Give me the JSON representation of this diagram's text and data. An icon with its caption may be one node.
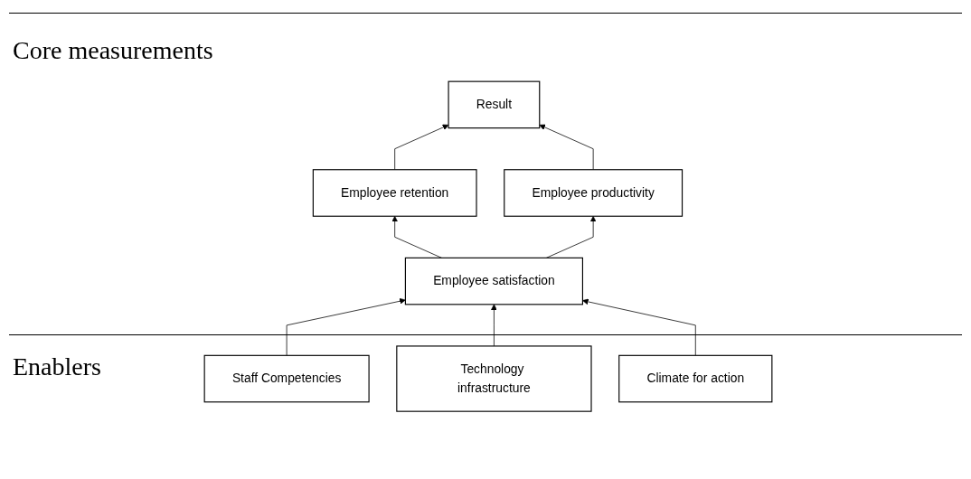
{
  "diagram": {
    "nodes": [
      {
        "text": [
          "Result"
        ]
      },
      {
        "text": [
          "Employee retention"
        ]
      },
      {
        "text": [
          "Employee productivity"
        ]
      },
      {
        "text": [
          "Employee satisfaction"
        ]
      },
      {
        "text": [
          "Staff Competencies"
        ]
      },
      {
        "text": [
          "Technology infrastructure"
        ]
      },
      {
        "text": [
          "Climate for action"
        ]
      }
    ],
    "edges": [
      {
        "from": 1,
        "to": 0,
        "arrow": "to"
      },
      {
        "from": 2,
        "to": 0,
        "arrow": "to"
      },
      {
        "from": 3,
        "to": 1,
        "arrow": "to"
      },
      {
        "from": 3,
        "to": 2,
        "arrow": "to"
      },
      {
        "from": 4,
        "to": 3,
        "arrow": "to"
      },
      {
        "from": 5,
        "to": 3,
        "arrow": "to"
      },
      {
        "from": 6,
        "to": 3,
        "arrow": "to"
      }
    ],
    "labels": [
      "Core measurements",
      "Enablers"
    ]
  }
}
